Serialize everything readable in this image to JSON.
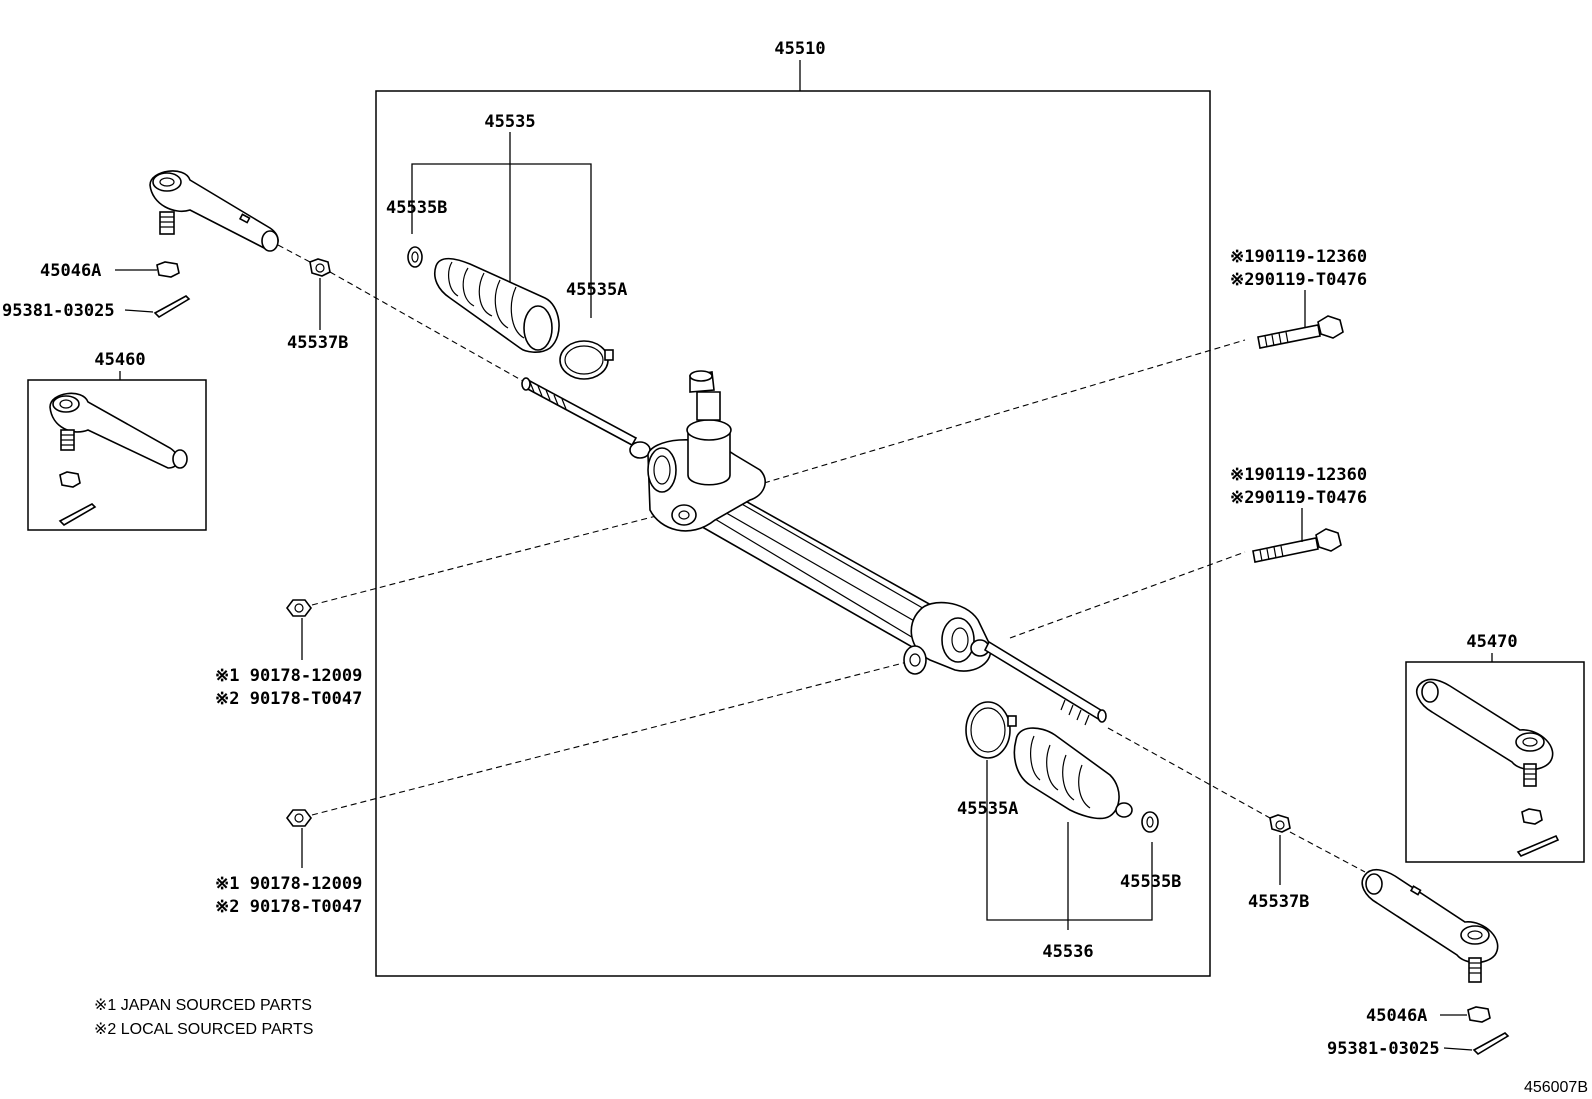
{
  "diagram_id": "456007B",
  "labels": {
    "assembly": "45510",
    "boot_kit_top": "45535",
    "clamp_b_top": "45535B",
    "clamp_a_top": "45535A",
    "nut_left": "45046A",
    "pin_left": "95381-03025",
    "nut_b_left": "45537B",
    "tie_rod_left_kit": "45460",
    "bolt_top_1": "※190119-12360",
    "bolt_top_2": "※290119-T0476",
    "bolt_mid_1": "※190119-12360",
    "bolt_mid_2": "※290119-T0476",
    "nut_mid_1": "※1 90178-12009",
    "nut_mid_2": "※2 90178-T0047",
    "nut_low_1": "※1 90178-12009",
    "nut_low_2": "※2 90178-T0047",
    "tie_rod_right_kit": "45470",
    "clamp_a_bottom": "45535A",
    "clamp_b_bottom": "45535B",
    "boot_kit_bottom": "45536",
    "nut_b_right": "45537B",
    "nut_right": "45046A",
    "pin_right": "95381-03025"
  },
  "notes": {
    "japan": "※1 JAPAN SOURCED PARTS",
    "local": "※2 LOCAL SOURCED PARTS"
  }
}
